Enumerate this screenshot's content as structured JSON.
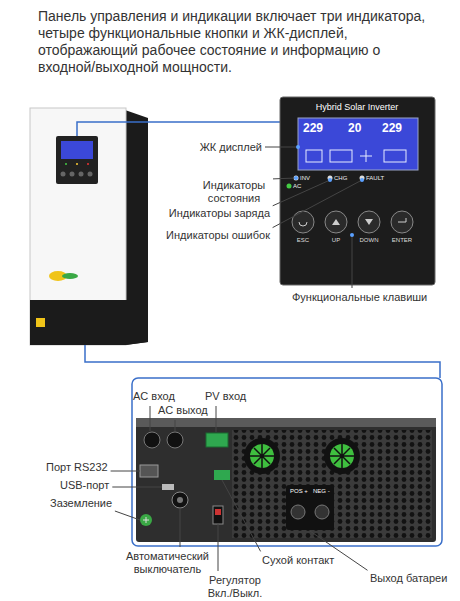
{
  "diagram": {
    "title": "Панель управления и индикации включает три индикатора, четыре функциональные кнопки и ЖК-дисплей, отображающий рабочее состояние и информацию о входной/выходной мощности.",
    "labels": [
      "ЖК дисплей",
      "Индикаторы состояния",
      "Индикаторы заряда",
      "Индикаторы ошибок",
      "Функциональные клавиши",
      "Hybrid Solar Inverter",
      "229",
      "20",
      "229",
      "INV",
      "CHG",
      "FAULT",
      "AC",
      "ESC",
      "UP",
      "DOWN",
      "ENTER",
      "AC вход",
      "PV вход",
      "AC выход",
      "Порт RS232",
      "USB-порт",
      "Заземление",
      "Автоматический выключатель",
      "Регулятор Вкл./Выкл.",
      "Сухой контакт",
      "Выход батареи",
      "POS +",
      "NEG -"
    ]
  }
}
